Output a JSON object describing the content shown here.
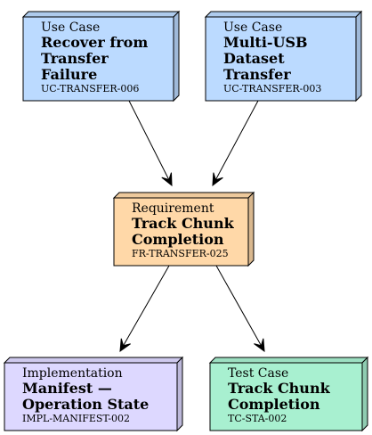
{
  "nodes": {
    "uc_recover": {
      "kind": "Use Case",
      "title_lines": [
        "Recover from",
        "Transfer",
        "Failure"
      ],
      "id": "UC-TRANSFER-006",
      "color": "#bbdaff"
    },
    "uc_multi_usb": {
      "kind": "Use Case",
      "title_lines": [
        "Multi-USB",
        "Dataset",
        "Transfer"
      ],
      "id": "UC-TRANSFER-003",
      "color": "#bbdaff"
    },
    "req_track": {
      "kind": "Requirement",
      "title_lines": [
        "Track Chunk",
        "Completion"
      ],
      "id": "FR-TRANSFER-025",
      "color": "#ffd8a8"
    },
    "impl_manifest": {
      "kind": "Implementation",
      "title_lines": [
        "Manifest —",
        "Operation State"
      ],
      "id": "IMPL-MANIFEST-002",
      "color": "#ddd8ff"
    },
    "test_track": {
      "kind": "Test Case",
      "title_lines": [
        "Track Chunk",
        "Completion"
      ],
      "id": "TC-STA-002",
      "color": "#a8f0d0"
    }
  },
  "edges": [
    {
      "from": "uc_recover",
      "to": "req_track"
    },
    {
      "from": "uc_multi_usb",
      "to": "req_track"
    },
    {
      "from": "req_track",
      "to": "impl_manifest"
    },
    {
      "from": "req_track",
      "to": "test_track"
    }
  ]
}
